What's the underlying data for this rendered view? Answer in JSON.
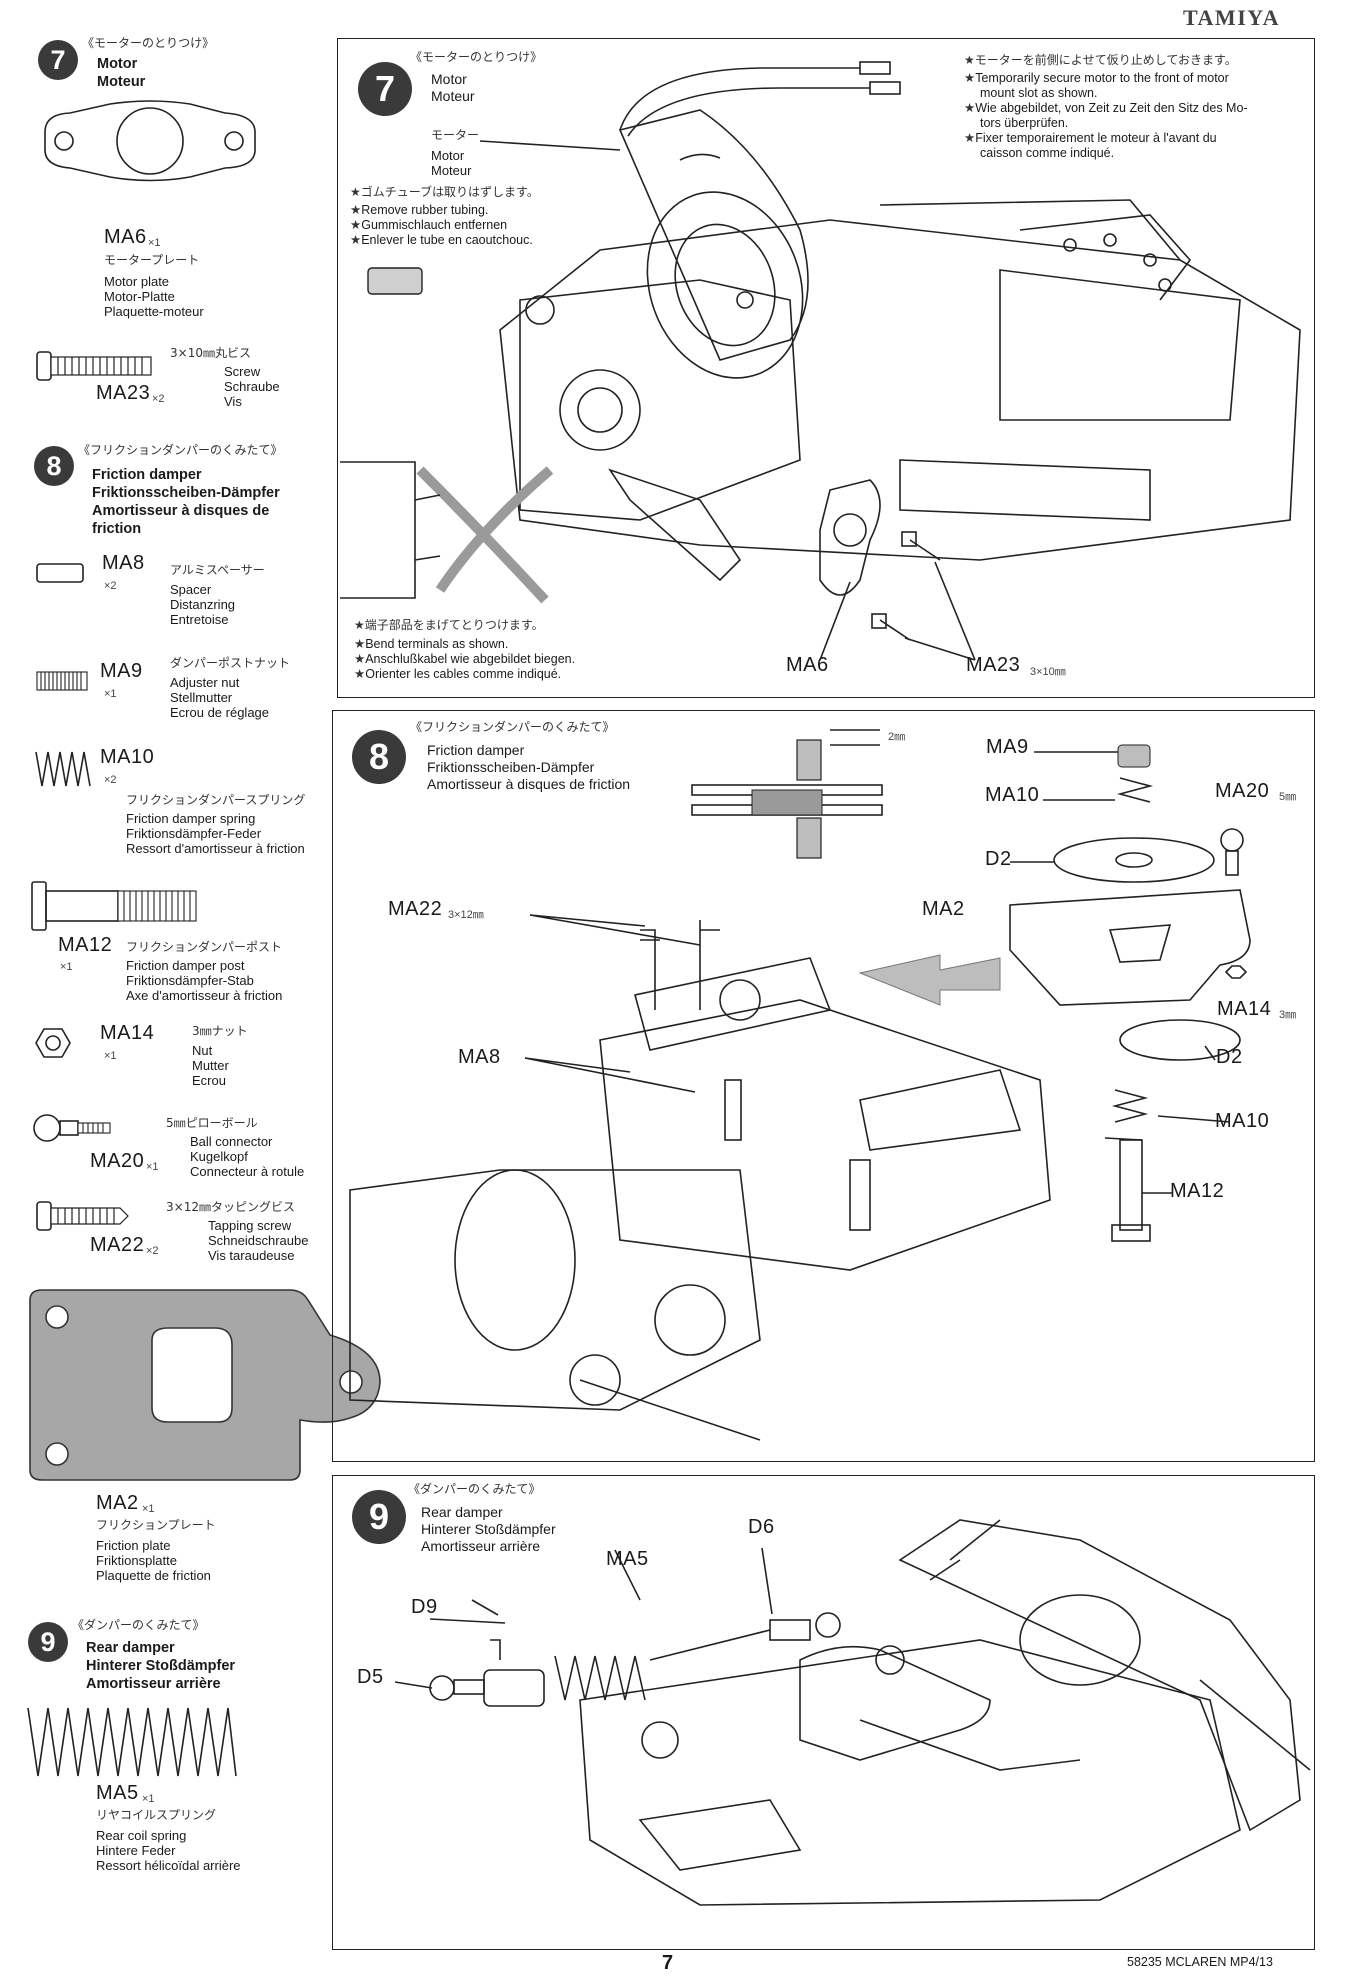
{
  "brand": "TAMIYA",
  "page_number": "7",
  "footer_code": "58235 MCLAREN MP4/13",
  "sidebar": {
    "s7": {
      "num": "7",
      "jp": "《モーターのとりつけ》",
      "en": "Motor",
      "fr": "Moteur"
    },
    "ma6": {
      "code": "MA6",
      "qty": "×1",
      "jp": "モータープレート",
      "l1": "Motor plate",
      "l2": "Motor-Platte",
      "l3": "Plaquette-moteur"
    },
    "ma23": {
      "code": "MA23",
      "qty": "×2",
      "jp": "3×10㎜丸ビス",
      "l1": "Screw",
      "l2": "Schraube",
      "l3": "Vis"
    },
    "s8": {
      "num": "8",
      "jp": "《フリクションダンパーのくみたて》",
      "l1": "Friction damper",
      "l2": "Friktionsscheiben-Dämpfer",
      "l3": "Amortisseur à disques de",
      "l4": "friction"
    },
    "ma8": {
      "code": "MA8",
      "qty": "×2",
      "jp": "アルミスペーサー",
      "l1": "Spacer",
      "l2": "Distanzring",
      "l3": "Entretoise"
    },
    "ma9": {
      "code": "MA9",
      "qty": "×1",
      "jp": "ダンパーポストナット",
      "l1": "Adjuster nut",
      "l2": "Stellmutter",
      "l3": "Ecrou de réglage"
    },
    "ma10": {
      "code": "MA10",
      "qty": "×2",
      "jp": "フリクションダンパースプリング",
      "l1": "Friction damper spring",
      "l2": "Friktionsdämpfer-Feder",
      "l3": "Ressort d'amortisseur à friction"
    },
    "ma12": {
      "code": "MA12",
      "qty": "×1",
      "jp": "フリクションダンパーポスト",
      "l1": "Friction damper post",
      "l2": "Friktionsdämpfer-Stab",
      "l3": "Axe d'amortisseur à friction"
    },
    "ma14": {
      "code": "MA14",
      "qty": "×1",
      "jp": "3㎜ナット",
      "l1": "Nut",
      "l2": "Mutter",
      "l3": "Ecrou"
    },
    "ma20": {
      "code": "MA20",
      "qty": "×1",
      "jp": "5㎜ピローボール",
      "l1": "Ball connector",
      "l2": "Kugelkopf",
      "l3": "Connecteur à rotule"
    },
    "ma22": {
      "code": "MA22",
      "qty": "×2",
      "jp": "3×12㎜タッピングビス",
      "l1": "Tapping screw",
      "l2": "Schneidschraube",
      "l3": "Vis taraudeuse"
    },
    "ma2": {
      "code": "MA2",
      "qty": "×1",
      "jp": "フリクションプレート",
      "l1": "Friction plate",
      "l2": "Friktionsplatte",
      "l3": "Plaquette de friction"
    },
    "s9": {
      "num": "9",
      "jp": "《ダンパーのくみたて》",
      "l1": "Rear damper",
      "l2": "Hinterer Stoßdämpfer",
      "l3": "Amortisseur arrière"
    },
    "ma5": {
      "code": "MA5",
      "qty": "×1",
      "jp": "リヤコイルスプリング",
      "l1": "Rear coil spring",
      "l2": "Hintere Feder",
      "l3": "Ressort hélicoïdal arrière"
    }
  },
  "step7": {
    "num": "7",
    "jp": "《モーターのとりつけ》",
    "en": "Motor",
    "fr": "Moteur",
    "motor_jp": "モーター",
    "motor_en": "Motor",
    "motor_fr": "Moteur",
    "note1_jp": "★ゴムチューブは取りはずします。",
    "note1_en": "Remove rubber tubing.",
    "note1_de": "Gummischlauch entfernen",
    "note1_fr": "Enlever le tube en caoutchouc.",
    "note2_jp": "★モーターを前側によせて仮り止めしておきます。",
    "note2_en1": "Temporarily secure motor to the front of motor",
    "note2_en2": "mount slot as shown.",
    "note2_de1": "Wie abgebildet, von Zeit zu Zeit den Sitz des Mo-",
    "note2_de2": "tors überprüfen.",
    "note2_fr1": "Fixer temporairement le moteur à l'avant du",
    "note2_fr2": "caisson comme indiqué.",
    "note3_jp": "★端子部品をまげてとりつけます。",
    "note3_en": "Bend terminals as shown.",
    "note3_de": "Anschlußkabel wie abgebildet biegen.",
    "note3_fr": "Orienter les cables comme indiqué.",
    "lbl_ma6": "MA6",
    "lbl_ma23": "MA23",
    "lbl_ma23_size": "3×10㎜"
  },
  "step8": {
    "num": "8",
    "jp": "《フリクションダンパーのくみたて》",
    "l1": "Friction damper",
    "l2": "Friktionsscheiben-Dämpfer",
    "l3": "Amortisseur à disques de friction",
    "gap": "2㎜",
    "lbl_ma9": "MA9",
    "lbl_ma10a": "MA10",
    "lbl_ma20": "MA20",
    "lbl_ma20_size": "5㎜",
    "lbl_d2a": "D2",
    "lbl_ma2": "MA2",
    "lbl_ma14": "MA14",
    "lbl_ma14_size": "3㎜",
    "lbl_d2b": "D2",
    "lbl_ma10b": "MA10",
    "lbl_ma12": "MA12",
    "lbl_ma22": "MA22",
    "lbl_ma22_size": "3×12㎜",
    "lbl_ma8": "MA8"
  },
  "step9": {
    "num": "9",
    "jp": "《ダンパーのくみたて》",
    "l1": "Rear damper",
    "l2": "Hinterer Stoßdämpfer",
    "l3": "Amortisseur arrière",
    "lbl_d6": "D6",
    "lbl_ma5": "MA5",
    "lbl_d9": "D9",
    "lbl_d5": "D5"
  }
}
